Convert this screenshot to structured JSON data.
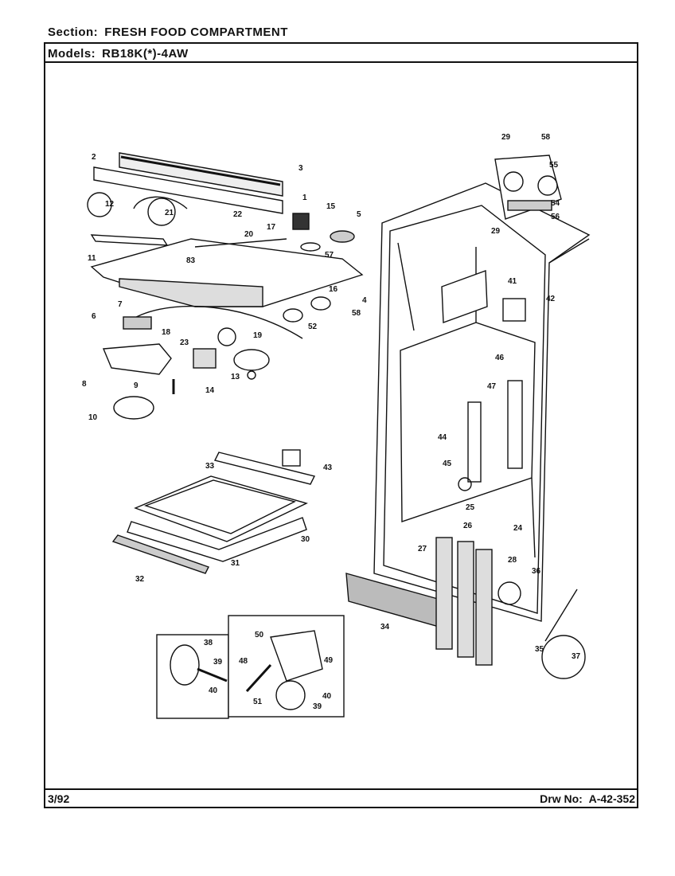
{
  "header": {
    "section_label": "Section:",
    "section_value": "FRESH FOOD COMPARTMENT",
    "models_label": "Models:",
    "models_value": "RB18K(*)-4AW"
  },
  "footer": {
    "date_code": "3/92",
    "drawing_label": "Drw No:",
    "drawing_value": "A-42-352"
  },
  "callouts": [
    "2",
    "3",
    "1",
    "12",
    "21",
    "22",
    "15",
    "5",
    "20",
    "17",
    "11",
    "83",
    "57",
    "7",
    "16",
    "4",
    "6",
    "18",
    "19",
    "52",
    "58",
    "23",
    "8",
    "13",
    "14",
    "9",
    "10",
    "33",
    "43",
    "30",
    "31",
    "32",
    "29",
    "58",
    "55",
    "54",
    "56",
    "29",
    "41",
    "42",
    "46",
    "47",
    "44",
    "45",
    "25",
    "26",
    "24",
    "27",
    "28",
    "36",
    "34",
    "35",
    "37",
    "38",
    "39",
    "40",
    "50",
    "48",
    "49",
    "51",
    "39",
    "40"
  ]
}
